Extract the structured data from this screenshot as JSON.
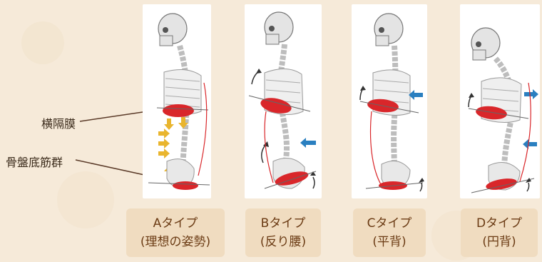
{
  "labels": {
    "diaphragm": "横隔膜",
    "pelvic_floor": "骨盤底筋群"
  },
  "panels": [
    {
      "type_label": "Aタイプ",
      "sub_label": "(理想の姿勢)"
    },
    {
      "type_label": "Bタイプ",
      "sub_label": "(反り腰)"
    },
    {
      "type_label": "Cタイプ",
      "sub_label": "(平背)"
    },
    {
      "type_label": "Dタイプ",
      "sub_label": "(円背)"
    }
  ],
  "colors": {
    "background": "#f6ead9",
    "caption_bg": "#f0dcc0",
    "caption_text": "#6b3b14",
    "muscle_red": "#d9262a",
    "arrow_yellow": "#e9b52e",
    "arrow_blue": "#2a7fc0",
    "bone": "#c9c9c9"
  }
}
